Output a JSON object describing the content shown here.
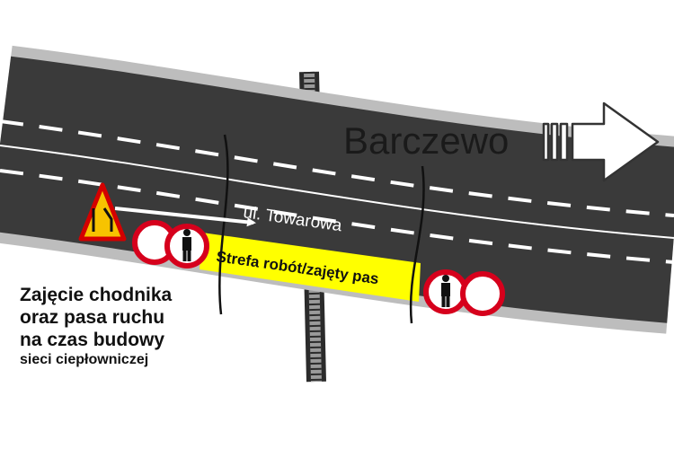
{
  "street_name": "ul. Towarowa",
  "work_zone_label": "Strefa robót/zajęty pas",
  "direction_label": "Barczewo",
  "caption": {
    "line1": "Zajęcie chodnika",
    "line2": "oraz pasa ruchu",
    "line3": "na czas budowy",
    "line4": "sieci ciepłowniczej"
  },
  "icons": {
    "road_narrows": "road-narrows-left-warning-sign",
    "no_vehicles": "no-vehicles-sign",
    "no_pedestrians": "no-pedestrians-sign",
    "direction": "right-arrow"
  },
  "colors": {
    "road": "#3a3a3a",
    "road_edge": "#bdbdbd",
    "work_zone": "#ffff00",
    "warning_sign": "#f7c300",
    "prohibition_ring": "#d6001c"
  }
}
